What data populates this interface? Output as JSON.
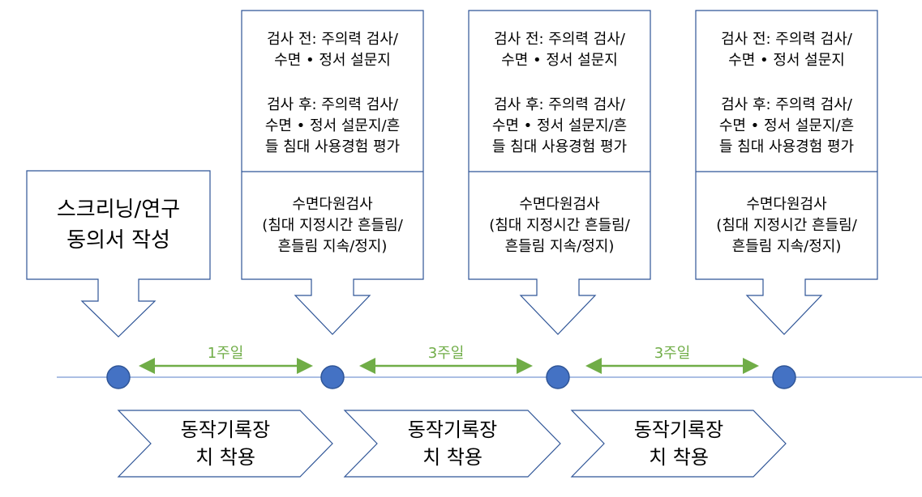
{
  "colors": {
    "box_stroke": "#2f5597",
    "timeline": "#8faadc",
    "dot_fill": "#4472c4",
    "dot_stroke": "#2f5597",
    "interval": "#70ad47"
  },
  "screening": {
    "lines": [
      "스크리닝/연구",
      "동의서 작성"
    ]
  },
  "visits": [
    {
      "pre": [
        "검사 전: 주의력 검사/",
        "수면 • 정서 설문지"
      ],
      "post": [
        "검사 후: 주의력 검사/",
        "수면 • 정서 설문지/흔",
        "들 침대 사용경험 평가"
      ],
      "psg": [
        "수면다원검사",
        "(침대 지정시간 흔들림/",
        "흔들림 지속/정지)"
      ]
    },
    {
      "pre": [
        "검사 전: 주의력 검사/",
        "수면 • 정서 설문지"
      ],
      "post": [
        "검사 후: 주의력 검사/",
        "수면 • 정서 설문지/흔",
        "들 침대 사용경험 평가"
      ],
      "psg": [
        "수면다원검사",
        "(침대 지정시간 흔들림/",
        "흔들림 지속/정지)"
      ]
    },
    {
      "pre": [
        "검사 전: 주의력 검사/",
        "수면 • 정서 설문지"
      ],
      "post": [
        "검사 후: 주의력 검사/",
        "수면 • 정서 설문지/흔",
        "들 침대 사용경험 평가"
      ],
      "psg": [
        "수면다원검사",
        "(침대 지정시간 흔들림/",
        "흔들림 지속/정지)"
      ]
    }
  ],
  "intervals": [
    "1주일",
    "3주일",
    "3주일"
  ],
  "wearable": [
    [
      "동작기록장",
      "치 착용"
    ],
    [
      "동작기록장",
      "치 착용"
    ],
    [
      "동작기록장",
      "치 착용"
    ]
  ]
}
